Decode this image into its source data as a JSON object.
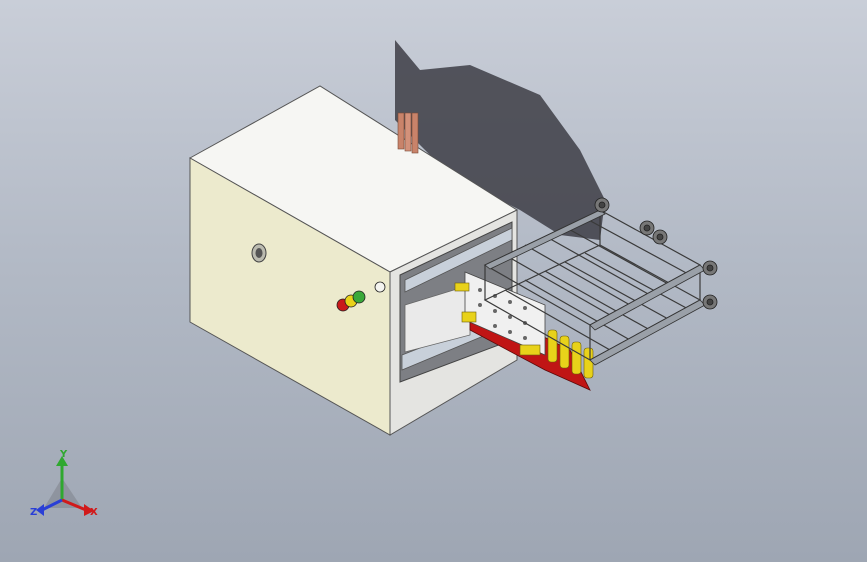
{
  "triad": {
    "x_label": "X",
    "y_label": "Y",
    "z_label": "Z",
    "x_color": "#d11a1a",
    "y_color": "#2fa82f",
    "z_color": "#2a3fd6"
  },
  "colors": {
    "cabinet_face": "#ecebd0",
    "cabinet_top": "#f7f7f4",
    "cabinet_front": "#e6e6e3",
    "shadow": "#3d3d45",
    "frame_rail": "#9aa0a8",
    "red_base": "#c01515",
    "yellow_part": "#e8d21a",
    "copper_bar": "#c9836a"
  },
  "icons": {
    "model": "cad-assembly-icon",
    "triad": "axis-triad-icon",
    "status_lights": "stack-light-icon"
  }
}
